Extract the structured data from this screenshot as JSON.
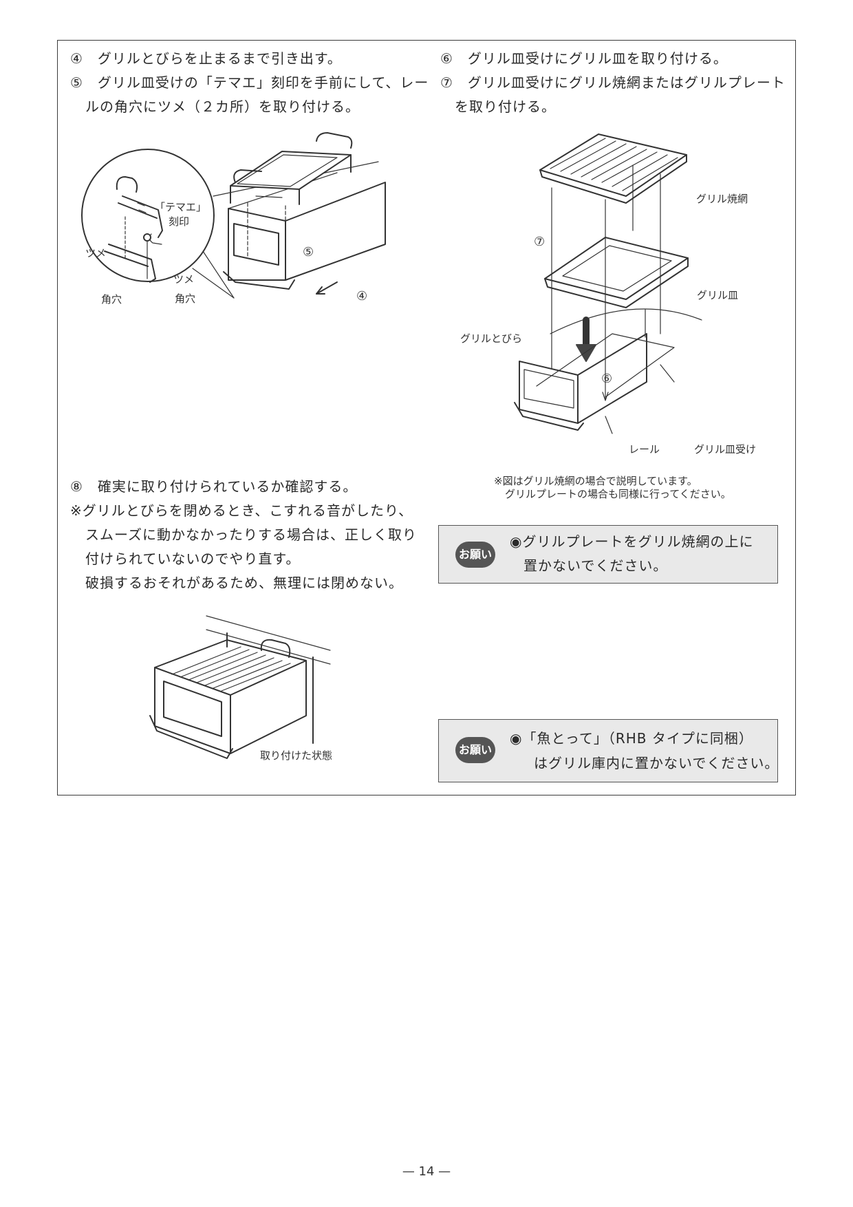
{
  "steps": {
    "s4": "④　グリルとびらを止まるまで引き出す。",
    "s5_line1": "⑤　グリル皿受けの「テマエ」刻印を手前にして、レー",
    "s5_line2": "ルの角穴にツメ（２カ所）を取り付ける。",
    "s6": "⑥　グリル皿受けにグリル皿を取り付ける。",
    "s7_line1": "⑦　グリル皿受けにグリル焼網またはグリルプレート",
    "s7_line2": "を取り付ける。",
    "s8": "⑧　確実に取り付けられているか確認する。",
    "s8_note1": "※グリルとびらを閉めるとき、こすれる音がしたり、",
    "s8_note2": "スムーズに動かなかったりする場合は、正しく取り",
    "s8_note3": "付けられていないのでやり直す。",
    "s8_note4": "破損するおそれがあるため、無理には閉めない。"
  },
  "figure_left": {
    "temae": "「テマエ」",
    "kokuin": "刻印",
    "tsume1": "ツメ",
    "tsume2": "ツメ",
    "kakuana1": "角穴",
    "kakuana2": "角穴",
    "mark5": "⑤",
    "mark4": "④"
  },
  "figure_right": {
    "yakiami": "グリル焼網",
    "sara": "グリル皿",
    "tobira": "グリルとびら",
    "rail": "レール",
    "saraukе": "グリル皿受け",
    "mark7": "⑦",
    "mark6": "⑥",
    "note1": "※図はグリル焼網の場合で説明しています。",
    "note2": "グリルプレートの場合も同様に行ってください。"
  },
  "figure_bottom": {
    "caption": "取り付けた状態"
  },
  "notice1": {
    "badge": "お願い",
    "line1": "◉グリルプレートをグリル焼網の上に",
    "line2": "置かないでください。"
  },
  "notice2": {
    "badge": "お願い",
    "line1": "◉「魚とって」（RHB タイプに同梱）",
    "line2": "はグリル庫内に置かないでください。"
  },
  "page_number": "— 14 —"
}
